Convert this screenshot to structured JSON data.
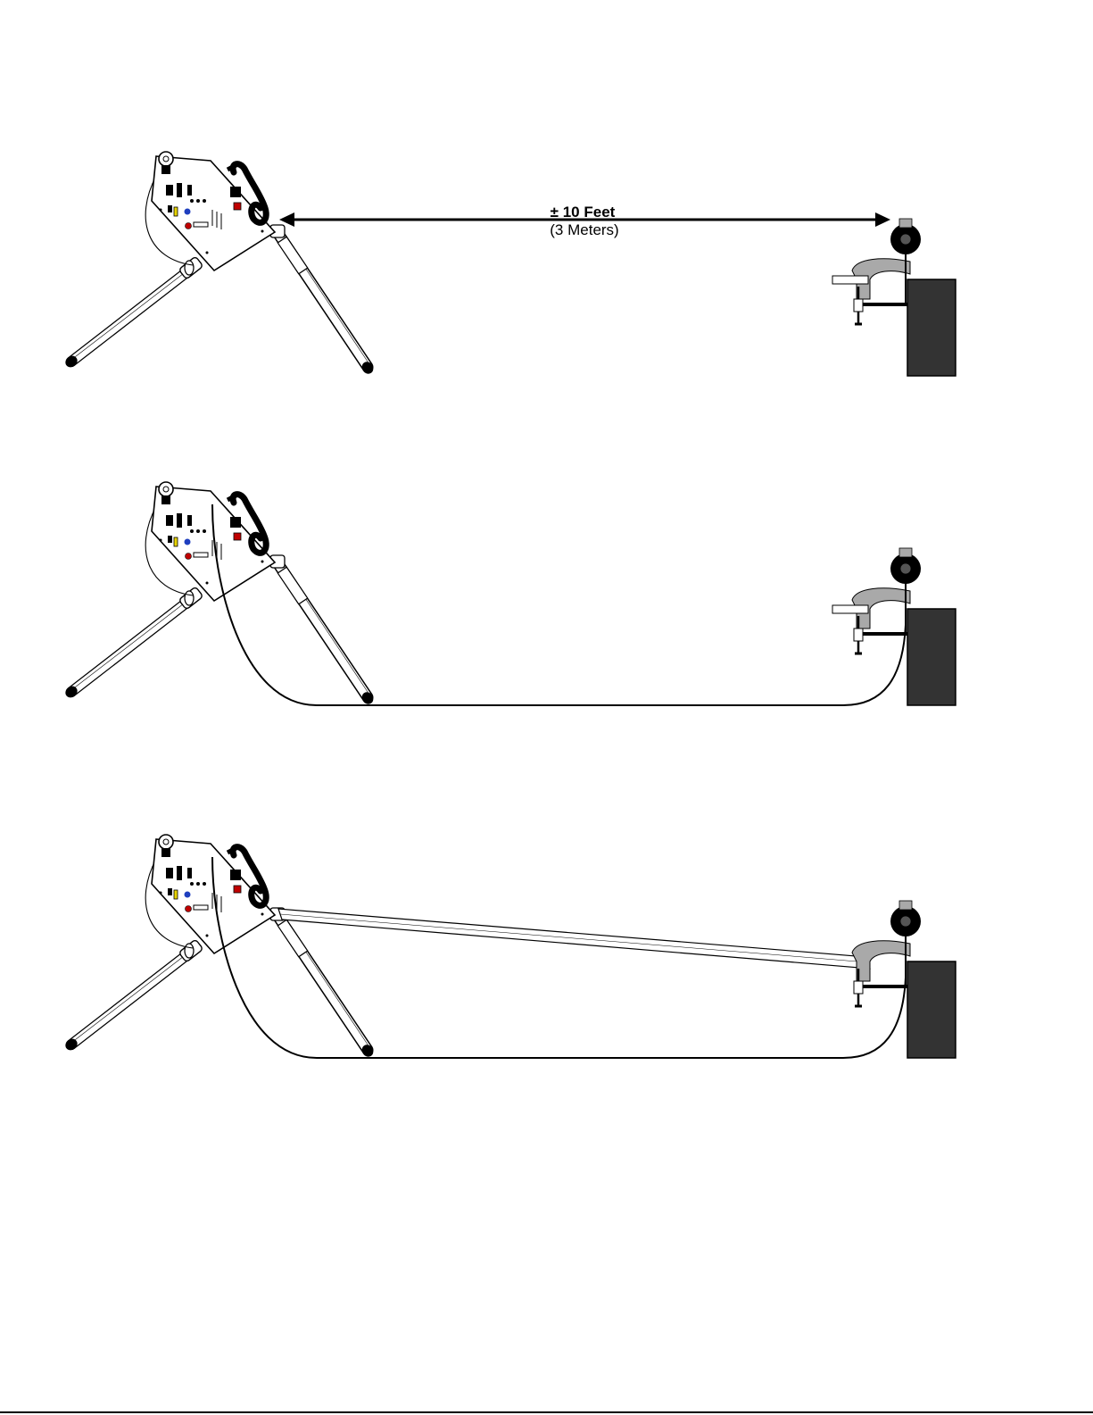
{
  "measurement": {
    "distance_label": "± 10 Feet",
    "metric_label": "(3 Meters)"
  },
  "panels": [
    {
      "id": "step-1"
    },
    {
      "id": "step-2"
    },
    {
      "id": "step-3"
    }
  ],
  "colors": {
    "line": "#000000",
    "block": "#333333",
    "clamp": "#a9a9a9",
    "tube_fill": "#ffffff",
    "accent_blue": "#1f3fbf",
    "accent_yellow": "#e8d400",
    "accent_red": "#c00000"
  }
}
